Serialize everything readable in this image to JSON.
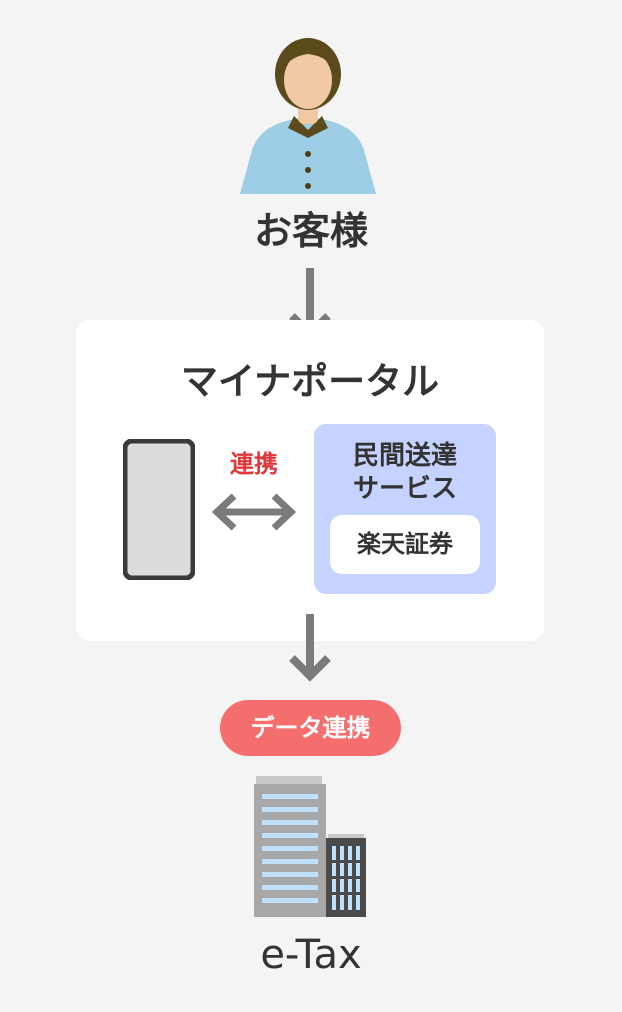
{
  "customer": {
    "label": "お客様"
  },
  "portal": {
    "title": "マイナポータル",
    "link_label": "連携",
    "service_title": "民間送達\nサービス",
    "provider": "楽天証券"
  },
  "data_link_label": "データ連携",
  "destination": {
    "label": "e-Tax"
  },
  "colors": {
    "background": "#f4f4f4",
    "card": "#ffffff",
    "accent_red": "#e0383a",
    "pill_red": "#f56e6e",
    "service_blue": "#c6d2ff",
    "arrow_gray": "#7b7b7b",
    "text": "#333333"
  }
}
